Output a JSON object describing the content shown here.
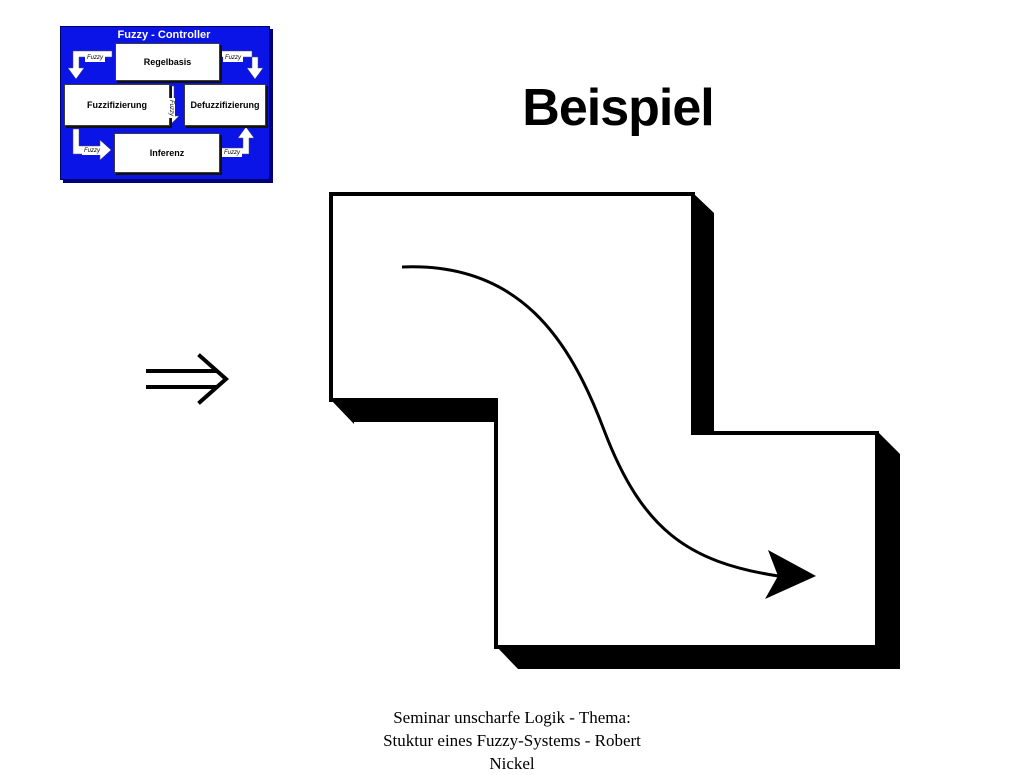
{
  "logo": {
    "title": "Fuzzy - Controller",
    "boxes": {
      "regelbasis": "Regelbasis",
      "fuzzifizierung": "Fuzzifizierung",
      "defuzzifizierung": "Defuzzifizierung",
      "inferenz": "Inferenz"
    },
    "arrow_tag": "Fuzzy",
    "colors": {
      "background": "#0b14e6",
      "text": "#ffffff"
    }
  },
  "slide": {
    "title": "Beispiel",
    "implies_symbol": "⇒"
  },
  "footer": {
    "line1": "Seminar unscharfe Logik - Thema:",
    "line2": "Stuktur eines Fuzzy-Systems - Robert",
    "line3": "Nickel"
  }
}
